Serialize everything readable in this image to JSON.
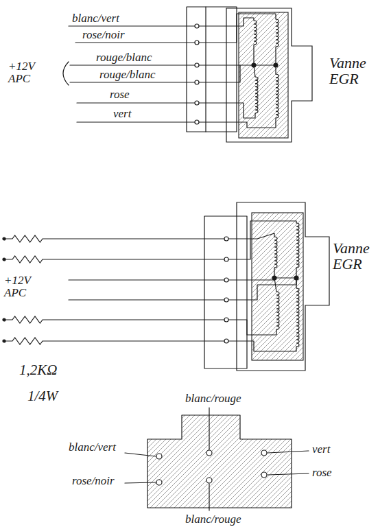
{
  "diagram": {
    "nodes": [
      {
        "text": [
          "Vanne EGR"
        ]
      },
      {
        "text": [
          "Vanne EGR"
        ]
      }
    ],
    "labels": [
      "blanc/vert",
      "rose/noir",
      "+12V APC",
      "rouge/blanc",
      "rouge/blanc",
      "rose",
      "vert",
      "+12V APC",
      "1,2KΩ",
      "1/4W",
      "blanc/rouge",
      "blanc/vert",
      "vert",
      "rose/noir",
      "rose",
      "blanc/rouge"
    ]
  }
}
